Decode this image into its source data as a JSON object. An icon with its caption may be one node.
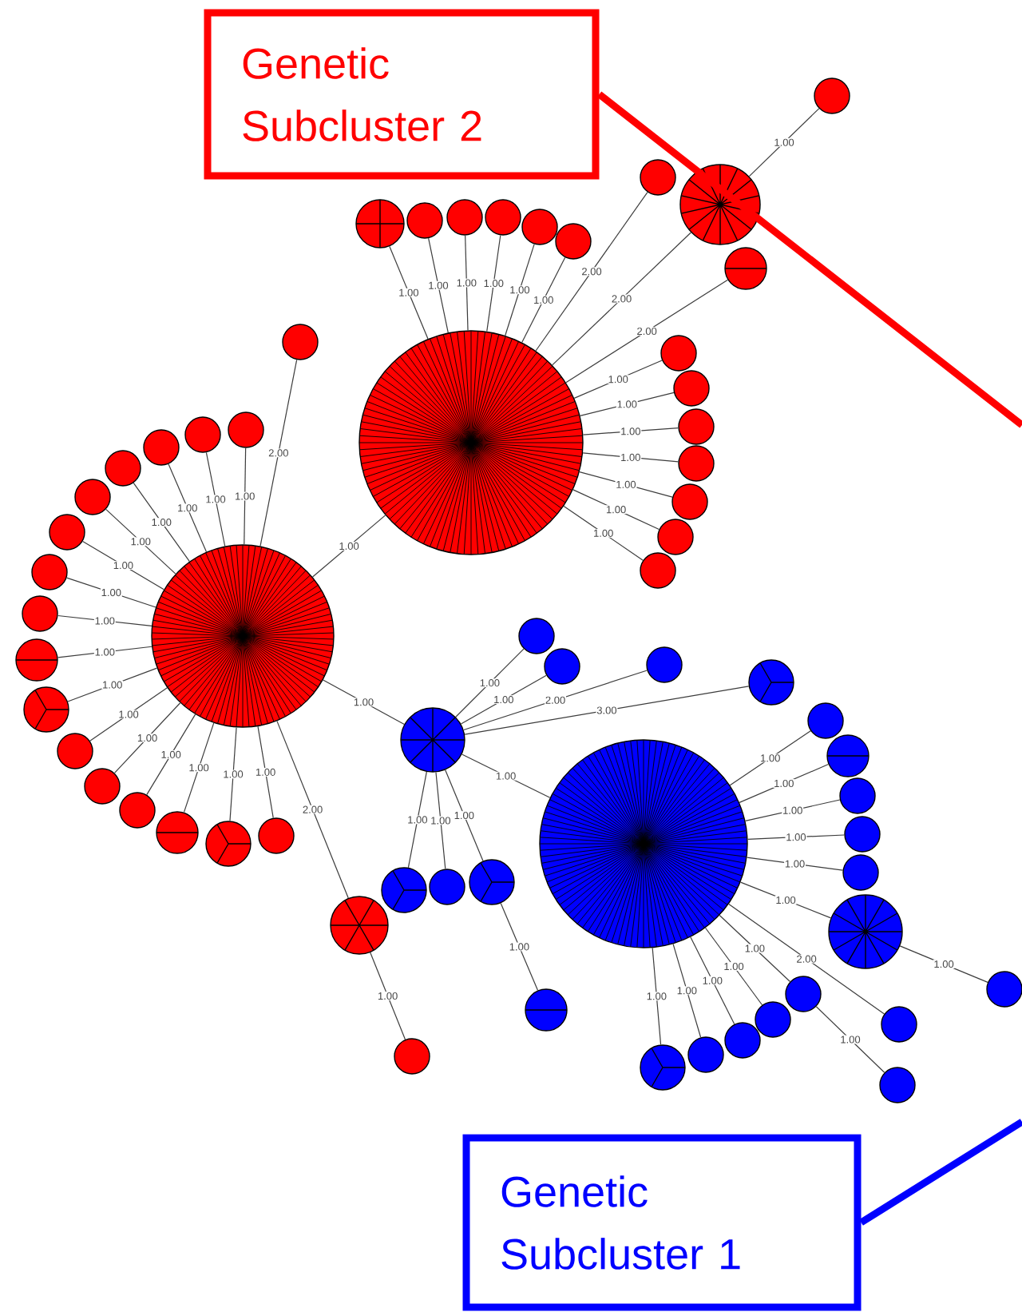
{
  "diagram": {
    "nodes": [
      {
        "text": [
          "Genetic Subcluster 2"
        ]
      },
      {
        "text": [],
        "shape": "circle"
      },
      {
        "text": [],
        "shape": "circle"
      },
      {
        "text": [],
        "shape": "circle"
      },
      {
        "text": [],
        "shape": "circle"
      },
      {
        "text": [],
        "shape": "circle"
      },
      {
        "text": [],
        "shape": "circle"
      },
      {
        "text": [],
        "shape": "circle"
      },
      {
        "text": [],
        "shape": "circle"
      },
      {
        "text": [],
        "shape": "circle"
      },
      {
        "text": [],
        "shape": "circle"
      },
      {
        "text": [],
        "shape": "circle"
      },
      {
        "text": [],
        "shape": "circle"
      },
      {
        "text": [],
        "shape": "circle"
      },
      {
        "text": [],
        "shape": "circle"
      },
      {
        "text": [],
        "shape": "circle"
      },
      {
        "text": [],
        "shape": "circle"
      },
      {
        "text": [],
        "shape": "circle"
      },
      {
        "text": [],
        "shape": "circle"
      },
      {
        "text": [],
        "shape": "circle"
      },
      {
        "text": [],
        "shape": "circle"
      },
      {
        "text": [],
        "shape": "circle"
      },
      {
        "text": [],
        "shape": "circle"
      },
      {
        "text": [],
        "shape": "circle"
      },
      {
        "text": [],
        "shape": "circle"
      },
      {
        "text": [],
        "shape": "circle"
      },
      {
        "text": [],
        "shape": "circle"
      },
      {
        "text": [],
        "shape": "circle"
      },
      {
        "text": [],
        "shape": "circle"
      },
      {
        "text": [],
        "shape": "circle"
      },
      {
        "text": [],
        "shape": "circle"
      },
      {
        "text": [],
        "shape": "circle"
      },
      {
        "text": [],
        "shape": "circle"
      },
      {
        "text": [],
        "shape": "circle"
      },
      {
        "text": [],
        "shape": "circle"
      },
      {
        "text": [],
        "shape": "circle"
      },
      {
        "text": [],
        "shape": "circle"
      },
      {
        "text": [],
        "shape": "circle"
      },
      {
        "text": [],
        "shape": "circle"
      },
      {
        "text": [],
        "shape": "circle"
      },
      {
        "text": [],
        "shape": "circle"
      },
      {
        "text": [],
        "shape": "circle"
      },
      {
        "text": [],
        "shape": "circle"
      },
      {
        "text": [],
        "shape": "circle"
      },
      {
        "text": [],
        "shape": "circle"
      },
      {
        "text": [],
        "shape": "circle"
      },
      {
        "text": [],
        "shape": "circle"
      },
      {
        "text": [],
        "shape": "circle"
      },
      {
        "text": [],
        "shape": "circle"
      },
      {
        "text": [],
        "shape": "circle"
      },
      {
        "text": [],
        "shape": "circle"
      },
      {
        "text": [],
        "shape": "circle"
      },
      {
        "text": [],
        "shape": "circle"
      },
      {
        "text": [],
        "shape": "circle"
      },
      {
        "text": [],
        "shape": "circle"
      },
      {
        "text": [],
        "shape": "circle"
      },
      {
        "text": [],
        "shape": "circle"
      },
      {
        "text": [],
        "shape": "circle"
      },
      {
        "text": [],
        "shape": "circle"
      },
      {
        "text": [],
        "shape": "circle"
      },
      {
        "text": [],
        "shape": "circle"
      },
      {
        "text": [],
        "shape": "circle"
      },
      {
        "text": [],
        "shape": "circle"
      },
      {
        "text": [
          "Genetic Subcluster 1"
        ]
      }
    ],
    "edges": [
      {
        "from": 1,
        "to": 2,
        "arrow": "none",
        "label": "1.00"
      },
      {
        "from": 1,
        "to": 3,
        "arrow": "none",
        "label": "1.00"
      },
      {
        "from": 1,
        "to": 4,
        "arrow": "none",
        "label": "1.00"
      },
      {
        "from": 1,
        "to": 5,
        "arrow": "none",
        "label": "1.00"
      },
      {
        "from": 1,
        "to": 6,
        "arrow": "none",
        "label": "1.00"
      },
      {
        "from": 1,
        "to": 7,
        "arrow": "none",
        "label": "1.00"
      },
      {
        "from": 1,
        "to": 8,
        "arrow": "none",
        "label": "2.00"
      },
      {
        "from": 1,
        "to": 9,
        "arrow": "none",
        "label": "2.00"
      },
      {
        "from": 9,
        "to": 10,
        "arrow": "none",
        "label": "1.00"
      },
      {
        "from": 1,
        "to": 11,
        "arrow": "none",
        "label": "2.00"
      },
      {
        "from": 1,
        "to": 12,
        "arrow": "none",
        "label": "1.00"
      },
      {
        "from": 1,
        "to": 13,
        "arrow": "none",
        "label": "1.00"
      },
      {
        "from": 1,
        "to": 14,
        "arrow": "none",
        "label": "1.00"
      },
      {
        "from": 1,
        "to": 15,
        "arrow": "none",
        "label": "1.00"
      },
      {
        "from": 1,
        "to": 16,
        "arrow": "none",
        "label": "1.00"
      },
      {
        "from": 1,
        "to": 17,
        "arrow": "none",
        "label": "1.00"
      },
      {
        "from": 1,
        "to": 18,
        "arrow": "none",
        "label": "1.00"
      },
      {
        "from": 19,
        "to": 1,
        "arrow": "none",
        "label": "1.00"
      },
      {
        "from": 19,
        "to": 20,
        "arrow": "none",
        "label": "2.00"
      },
      {
        "from": 19,
        "to": 21,
        "arrow": "none",
        "label": "1.00"
      },
      {
        "from": 19,
        "to": 22,
        "arrow": "none",
        "label": "1.00"
      },
      {
        "from": 19,
        "to": 23,
        "arrow": "none",
        "label": "1.00"
      },
      {
        "from": 19,
        "to": 24,
        "arrow": "none",
        "label": "1.00"
      },
      {
        "from": 19,
        "to": 25,
        "arrow": "none",
        "label": "1.00"
      },
      {
        "from": 19,
        "to": 26,
        "arrow": "none",
        "label": "1.00"
      },
      {
        "from": 19,
        "to": 27,
        "arrow": "none",
        "label": "1.00"
      },
      {
        "from": 19,
        "to": 28,
        "arrow": "none",
        "label": "1.00"
      },
      {
        "from": 19,
        "to": 29,
        "arrow": "none",
        "label": "1.00"
      },
      {
        "from": 19,
        "to": 30,
        "arrow": "none",
        "label": "1.00"
      },
      {
        "from": 19,
        "to": 31,
        "arrow": "none",
        "label": "1.00"
      },
      {
        "from": 19,
        "to": 32,
        "arrow": "none",
        "label": "1.00"
      },
      {
        "from": 19,
        "to": 33,
        "arrow": "none",
        "label": "1.00"
      },
      {
        "from": 19,
        "to": 34,
        "arrow": "none",
        "label": "1.00"
      },
      {
        "from": 19,
        "to": 35,
        "arrow": "none",
        "label": "1.00"
      },
      {
        "from": 19,
        "to": 36,
        "arrow": "none",
        "label": "1.00"
      },
      {
        "from": 19,
        "to": 37,
        "arrow": "none",
        "label": "2.00"
      },
      {
        "from": 37,
        "to": 38,
        "arrow": "none",
        "label": "1.00"
      },
      {
        "from": 19,
        "to": 39,
        "arrow": "none",
        "label": "1.00"
      },
      {
        "from": 39,
        "to": 40,
        "arrow": "none",
        "label": "1.00"
      },
      {
        "from": 39,
        "to": 41,
        "arrow": "none",
        "label": "1.00"
      },
      {
        "from": 39,
        "to": 42,
        "arrow": "none",
        "label": "2.00"
      },
      {
        "from": 39,
        "to": 43,
        "arrow": "none",
        "label": "3.00"
      },
      {
        "from": 39,
        "to": 48,
        "arrow": "none",
        "label": "1.00"
      },
      {
        "from": 39,
        "to": 44,
        "arrow": "none",
        "label": "1.00"
      },
      {
        "from": 39,
        "to": 45,
        "arrow": "none",
        "label": "1.00"
      },
      {
        "from": 39,
        "to": 46,
        "arrow": "none",
        "label": "1.00"
      },
      {
        "from": 46,
        "to": 47,
        "arrow": "none",
        "label": "1.00"
      },
      {
        "from": 48,
        "to": 49,
        "arrow": "none",
        "label": "1.00"
      },
      {
        "from": 48,
        "to": 50,
        "arrow": "none",
        "label": "1.00"
      },
      {
        "from": 48,
        "to": 51,
        "arrow": "none",
        "label": "1.00"
      },
      {
        "from": 48,
        "to": 52,
        "arrow": "none",
        "label": "1.00"
      },
      {
        "from": 48,
        "to": 53,
        "arrow": "none",
        "label": "1.00"
      },
      {
        "from": 48,
        "to": 54,
        "arrow": "none",
        "label": "1.00"
      },
      {
        "from": 54,
        "to": 55,
        "arrow": "none",
        "label": "1.00"
      },
      {
        "from": 48,
        "to": 56,
        "arrow": "none",
        "label": "2.00"
      },
      {
        "from": 48,
        "to": 57,
        "arrow": "none",
        "label": "1.00"
      },
      {
        "from": 57,
        "to": 58,
        "arrow": "none",
        "label": "1.00"
      },
      {
        "from": 48,
        "to": 59,
        "arrow": "none",
        "label": "1.00"
      },
      {
        "from": 48,
        "to": 60,
        "arrow": "none",
        "label": "1.00"
      },
      {
        "from": 48,
        "to": 61,
        "arrow": "none",
        "label": "1.00"
      },
      {
        "from": 48,
        "to": 62,
        "arrow": "none",
        "label": "1.00"
      },
      {
        "from": 0,
        "to": null,
        "arrow": "none",
        "style": "thick",
        "color": "#ff0000"
      },
      {
        "from": 63,
        "to": null,
        "arrow": "none",
        "style": "thick",
        "color": "#0000ff"
      }
    ]
  }
}
